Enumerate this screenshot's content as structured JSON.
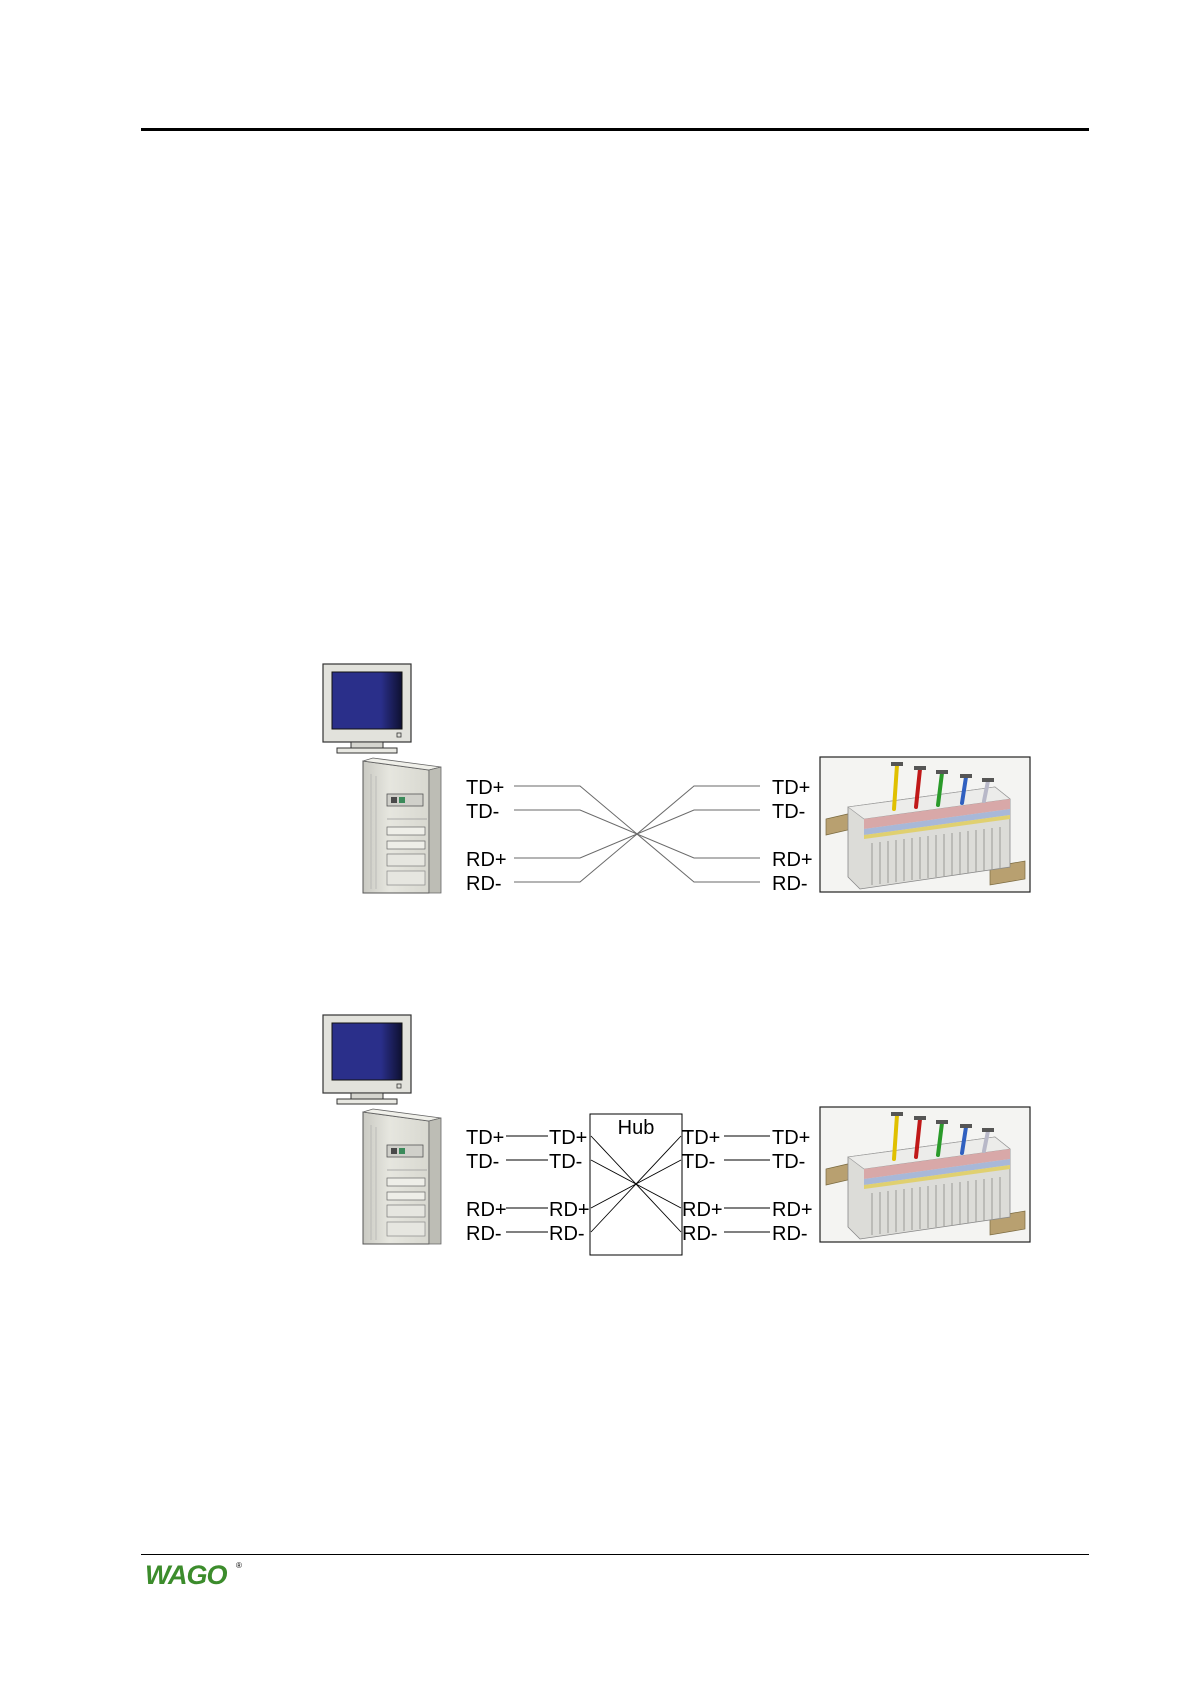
{
  "figure1": {
    "pc_labels": [
      "TD+",
      "TD-",
      "RD+",
      "RD-"
    ],
    "device_labels": [
      "TD+",
      "TD-",
      "RD+",
      "RD-"
    ]
  },
  "figure2": {
    "hub_label": "Hub",
    "pc_labels": [
      "TD+",
      "TD-",
      "RD+",
      "RD-"
    ],
    "hub_left_labels": [
      "TD+",
      "TD-",
      "RD+",
      "RD-"
    ],
    "hub_right_labels": [
      "TD+",
      "TD-",
      "RD+",
      "RD-"
    ],
    "device_labels": [
      "TD+",
      "TD-",
      "RD+",
      "RD-"
    ]
  },
  "footer": {
    "logo_text": "WAGO",
    "logo_trademark": "®"
  },
  "colors": {
    "brand_green": "#3c8c2c",
    "monitor_screen": "#28308c",
    "line": "#606060"
  }
}
